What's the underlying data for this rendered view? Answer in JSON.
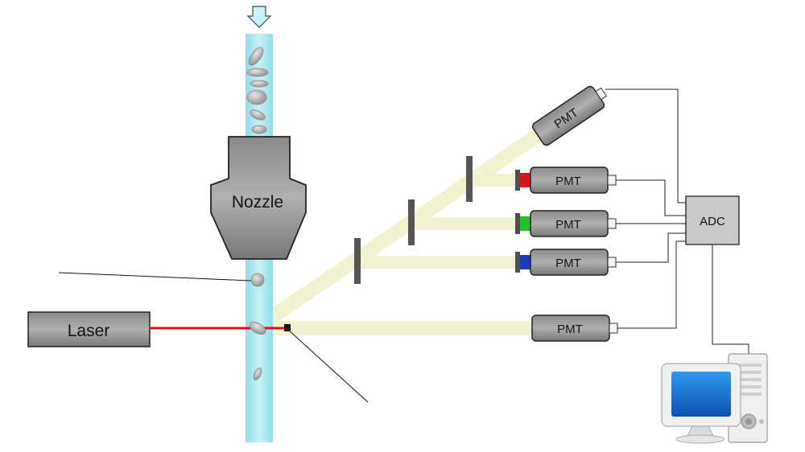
{
  "labels": {
    "nozzle": "Nozzle",
    "laser": "Laser",
    "adc": "ADC",
    "pmt_side_scatter": "PMT",
    "pmt_red": "PMT",
    "pmt_green": "PMT",
    "pmt_blue": "PMT",
    "pmt_forward_scatter": "PMT"
  },
  "colors": {
    "stream": "#9fe3ee",
    "beam": "#f2f2cf",
    "laser_line": "#e01010",
    "filter_red": "#d61818",
    "filter_green": "#22c02a",
    "filter_blue": "#1a3cc0",
    "device_dark": "#6e6e6e",
    "adc_box": "#c9c9c9"
  },
  "icons": [
    "down-arrow-icon",
    "computer-tower-icon",
    "monitor-icon"
  ]
}
